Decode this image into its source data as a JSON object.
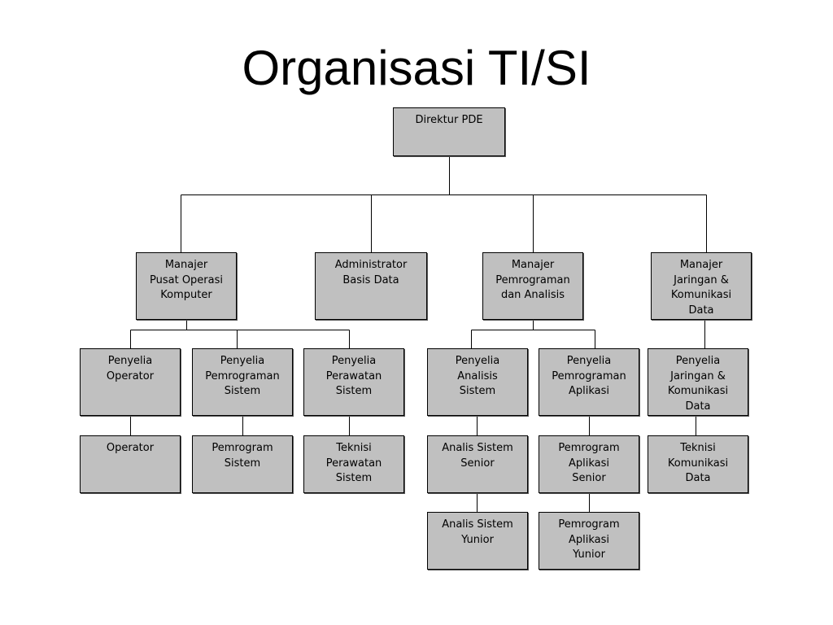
{
  "title": "Organisasi TI/SI",
  "org": {
    "director": "Direktur PDE",
    "managers": {
      "operations": "Manajer\nPusat Operasi\nKomputer",
      "database": "Administrator\nBasis Data",
      "programming": "Manajer\nPemrograman\ndan Analisis",
      "network": "Manajer\nJaringan &\nKomunikasi\nData"
    },
    "supervisors": {
      "operator": "Penyelia\nOperator",
      "system_programming": "Penyelia\nPemrograman\nSistem",
      "maintenance": "Penyelia\nPerawatan\nSistem",
      "analysis": "Penyelia\nAnalisis\nSistem",
      "app_programming": "Penyelia\nPemrograman\nAplikasi",
      "network": "Penyelia\nJaringan &\nKomunikasi\nData"
    },
    "staff": {
      "operator": "Operator",
      "system_programmer": "Pemrogram\nSistem",
      "maintenance_technician": "Teknisi\nPerawatan\nSistem",
      "senior_analyst": "Analis Sistem\nSenior",
      "senior_app_programmer": "Pemrogram\nAplikasi\nSenior",
      "network_technician": "Teknisi\nKomunikasi\nData",
      "junior_analyst": "Analis Sistem\nYunior",
      "junior_app_programmer": "Pemrogram\nAplikasi\nYunior"
    }
  }
}
